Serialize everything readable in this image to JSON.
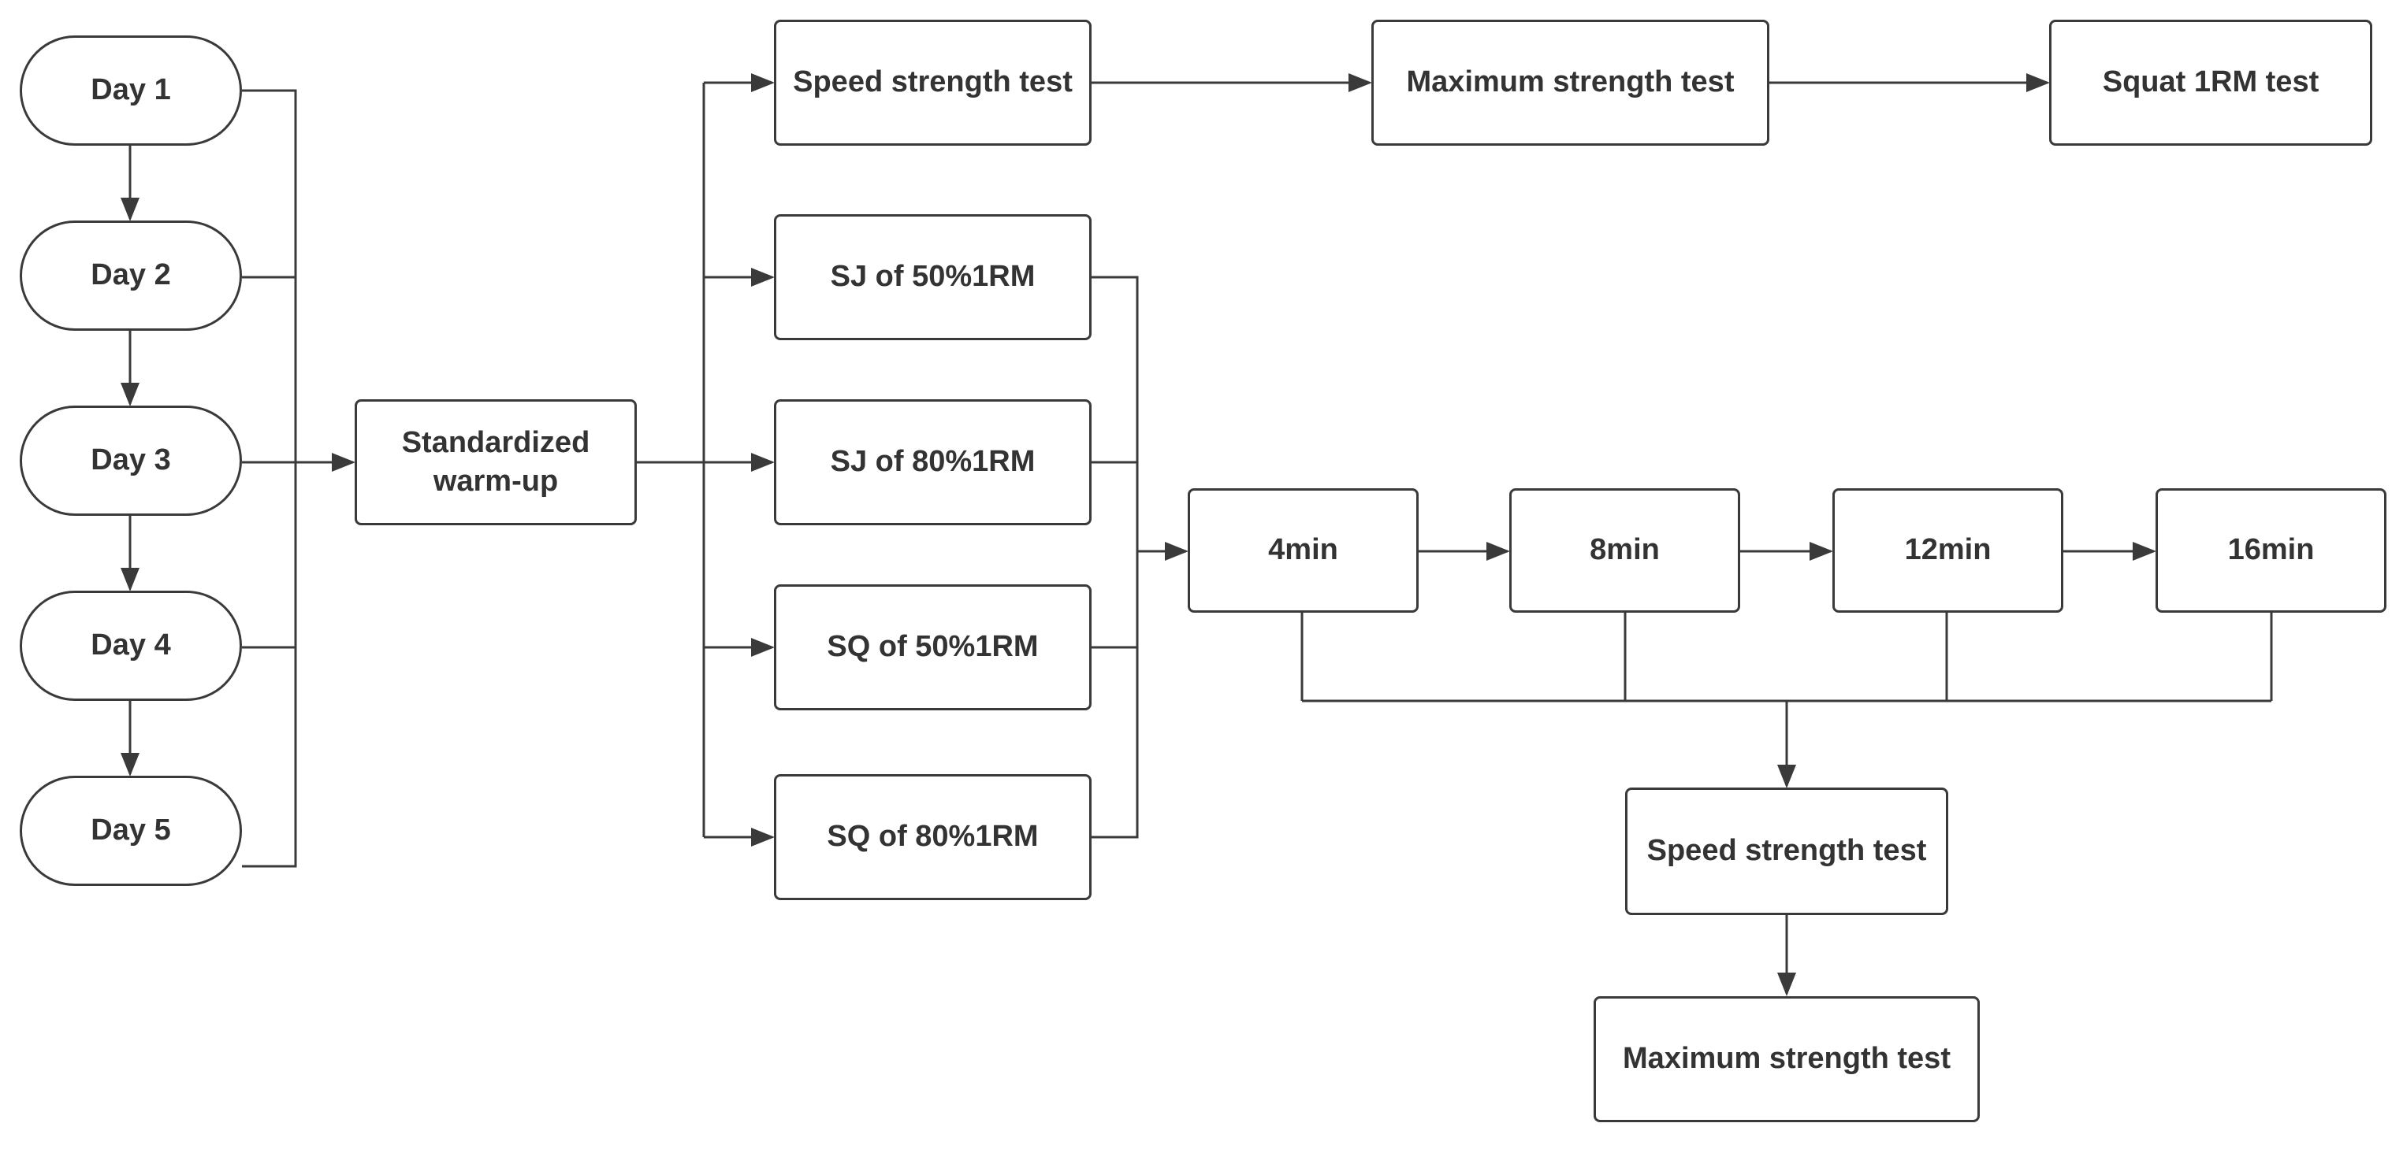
{
  "diagram": {
    "days": [
      "Day 1",
      "Day 2",
      "Day 3",
      "Day 4",
      "Day 5"
    ],
    "warmup": "Standardized warm-up",
    "top_row": [
      "Speed strength test",
      "Maximum strength test",
      "Squat 1RM test"
    ],
    "conditions": [
      "SJ of 50%1RM",
      "SJ of 80%1RM",
      "SQ of 50%1RM",
      "SQ of 80%1RM"
    ],
    "intervals": [
      "4min",
      "8min",
      "12min",
      "16min"
    ],
    "bottom_column": [
      "Speed strength test",
      "Maximum strength test"
    ]
  },
  "style": {
    "line_color": "#3a3a3a",
    "text_color": "#333333",
    "background": "#ffffff"
  }
}
